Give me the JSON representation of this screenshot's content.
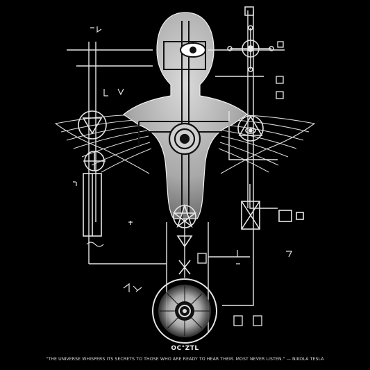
{
  "brand": {
    "logo_text": "OC°ZTL"
  },
  "quote": {
    "text": "\"THE UNIVERSE WHISPERS ITS SECRETS TO THOSE WHO ARE READY TO HEAR THEM. MOST NEVER LISTEN.\" — NIKOLA TESLA"
  },
  "artwork": {
    "icons": [
      "human-bust",
      "wings",
      "all-seeing-eye",
      "pentagram",
      "triangle-eye",
      "radiant-eye",
      "occult-glyphs"
    ],
    "colors": {
      "background": "#000000",
      "ink": "#e6e6e6"
    }
  }
}
